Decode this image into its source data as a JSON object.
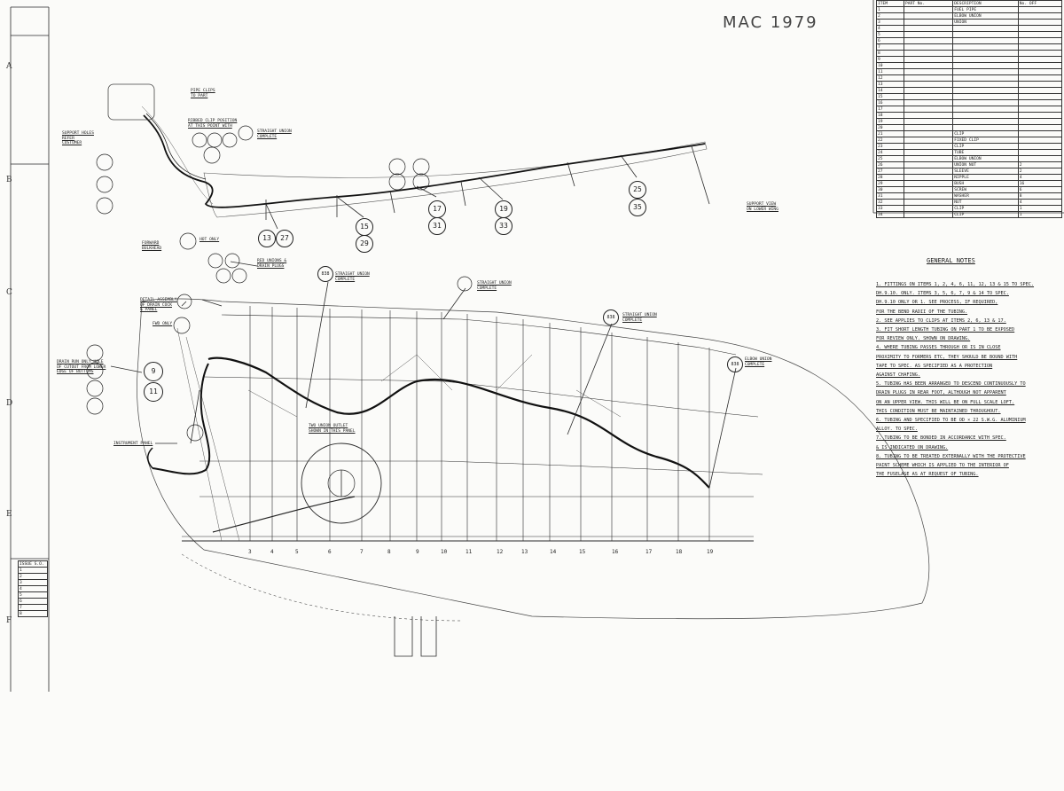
{
  "drawing": {
    "handwritten_date": "MAC 1979",
    "notes_title": "GENERAL NOTES",
    "notes": [
      "1. FITTINGS ON ITEMS 1, 2, 4, 6, 11, 12, 13 & 15 TO SPEC.",
      "   DH.9.10. ONLY. ITEMS 3, 5, 6, 7, 9 & 14 TO SPEC.",
      "   DH.9.10 ONLY OR 1. SEE PROCESS, IF REQUIRED,",
      "   FOR THE BEND RADII OF THE TUBING.",
      "2. SEE APPLIES TO CLIPS AT ITEMS 2, 6, 13 & 17.",
      "3. FIT SHORT LENGTH TUBING ON PART 1 TO BE EXPOSED",
      "   FOR REVIEW ONLY. SHOWN ON DRAWING.",
      "4. WHERE TUBING PASSES THROUGH OR IS IN CLOSE",
      "   PROXIMITY TO FORMERS ETC, THEY SHOULD BE BOUND WITH",
      "   TAPE TO SPEC. AS SPECIFIED AS A PROTECTION",
      "   AGAINST CHAFING.",
      "5. TUBING HAS BEEN ARRANGED TO DESCEND CONTINUOUSLY TO",
      "   DRAIN PLUGS IN REAR FOOT, ALTHOUGH NOT APPARENT",
      "   ON AN UPPER VIEW. THIS WILL BE ON FULL SCALE LOFT.",
      "   THIS CONDITION MUST BE MAINTAINED THROUGHOUT.",
      "6. TUBING AND SPECIFIED TO BE OD × 22 S.W.G. ALUMINIUM",
      "   ALLOY. TO SPEC.",
      "7. TUBING TO BE BONDED IN ACCORDANCE WITH SPEC.",
      "   & IS INDICATED ON DRAWING.",
      "8. TUBING TO BE TREATED EXTERNALLY WITH THE PROTECTIVE",
      "   PAINT SCHEME WHICH IS APPLIED TO THE INTERIOR OF",
      "   THE FUSELAGE AS AT REQUEST OF TUBING."
    ],
    "grid_letters": [
      "A",
      "B",
      "C",
      "D",
      "E",
      "F"
    ],
    "stations": [
      "3",
      "4",
      "5",
      "6",
      "7",
      "8",
      "9",
      "10",
      "11",
      "12",
      "13",
      "14",
      "15",
      "16",
      "17",
      "18",
      "19"
    ],
    "item_bubbles_top": [
      "13",
      "27",
      "15",
      "29",
      "17",
      "31",
      "19",
      "33",
      "25",
      "35"
    ],
    "item_bubbles_lower": [
      "9",
      "11"
    ],
    "part_bubbles": [
      "838",
      "838",
      "838"
    ],
    "callouts": {
      "straight_union_1": "STRAIGHT UNION\nCOMPLETE",
      "straight_union_2": "STRAIGHT UNION\nCOMPLETE",
      "straight_union_3": "STRAIGHT UNION\nCOMPLETE",
      "straight_union_4": "STRAIGHT UNION\nCOMPLETE",
      "elbow_union": "ELBOW UNION\nCOMPLETE",
      "drain_plugs": "RED UNIONS &\nDRAIN PLUGS",
      "pipe_clips": "PIPE CLIPS\nTO PART",
      "hot_only": "HOT ONLY",
      "fwd_only": "FWD ONLY",
      "forward_bulkhead": "FORWARD\nBULKHEAD",
      "detail_panel": "DETAIL ASSEMBLY\nOF DRAIN COCK\n& PANEL",
      "instrument_panel": "INSTRUMENT PANEL",
      "two_union": "TWO UNION OUTLET\nSHOWN IN THIS PANEL",
      "front_spar": "DRAIN RUN ONLY HOLE\nOF CUTOUT FROM LOWER\nEDGE OF BOTTOMS",
      "ribbed_clip": "RIBBED CLIP POSITION\nAT THIS POINT WITH",
      "support_view": "SUPPORT VIEW\nON LOWER WING",
      "rear_spar": "SUPPORT HOLES\nREFER\nCUSTOMER"
    },
    "title_block": {
      "headers": [
        "ITEM",
        "PART No.",
        "DESCRIPTION",
        "No. OFF"
      ],
      "rows": [
        [
          "1",
          "",
          "FUEL PIPE",
          ""
        ],
        [
          "2",
          "",
          "ELBOW UNION",
          ""
        ],
        [
          "3",
          "",
          "UNION",
          ""
        ],
        [
          "4",
          "",
          "",
          ""
        ],
        [
          "5",
          "",
          "",
          ""
        ],
        [
          "6",
          "",
          "",
          ""
        ],
        [
          "7",
          "",
          "",
          ""
        ],
        [
          "8",
          "",
          "",
          ""
        ],
        [
          "9",
          "",
          "",
          ""
        ],
        [
          "10",
          "",
          "",
          ""
        ],
        [
          "11",
          "",
          "",
          ""
        ],
        [
          "12",
          "",
          "",
          ""
        ],
        [
          "13",
          "",
          "",
          ""
        ],
        [
          "14",
          "",
          "",
          ""
        ],
        [
          "15",
          "",
          "",
          ""
        ],
        [
          "16",
          "",
          "",
          ""
        ],
        [
          "17",
          "",
          "",
          ""
        ],
        [
          "18",
          "",
          "",
          ""
        ],
        [
          "19",
          "",
          "",
          ""
        ],
        [
          "20",
          "",
          "",
          ""
        ],
        [
          "21",
          "",
          "CLIP",
          ""
        ],
        [
          "22",
          "",
          "FIXED CLIP",
          ""
        ],
        [
          "23",
          "",
          "CLIP",
          ""
        ],
        [
          "24",
          "",
          "TUBE",
          ""
        ],
        [
          "25",
          "",
          "ELBOW UNION",
          ""
        ],
        [
          "26",
          "",
          "UNION NUT",
          "2"
        ],
        [
          "27",
          "",
          "SLEEVE",
          "2"
        ],
        [
          "28",
          "",
          "NIPPLE",
          "4"
        ],
        [
          "29",
          "",
          "BUSH",
          "16"
        ],
        [
          "30",
          "",
          "SCREW",
          "6"
        ],
        [
          "31",
          "",
          "WASHER",
          "8"
        ],
        [
          "32",
          "",
          "NUT",
          "4"
        ],
        [
          "33",
          "",
          "CLIP",
          "1"
        ],
        [
          "34",
          "",
          "CLIP",
          "1"
        ]
      ]
    },
    "issue_block": {
      "header": "ISSUE  S.O.",
      "rows": [
        "1",
        "2",
        "3",
        "4",
        "5",
        "6",
        "7",
        "8"
      ]
    }
  }
}
